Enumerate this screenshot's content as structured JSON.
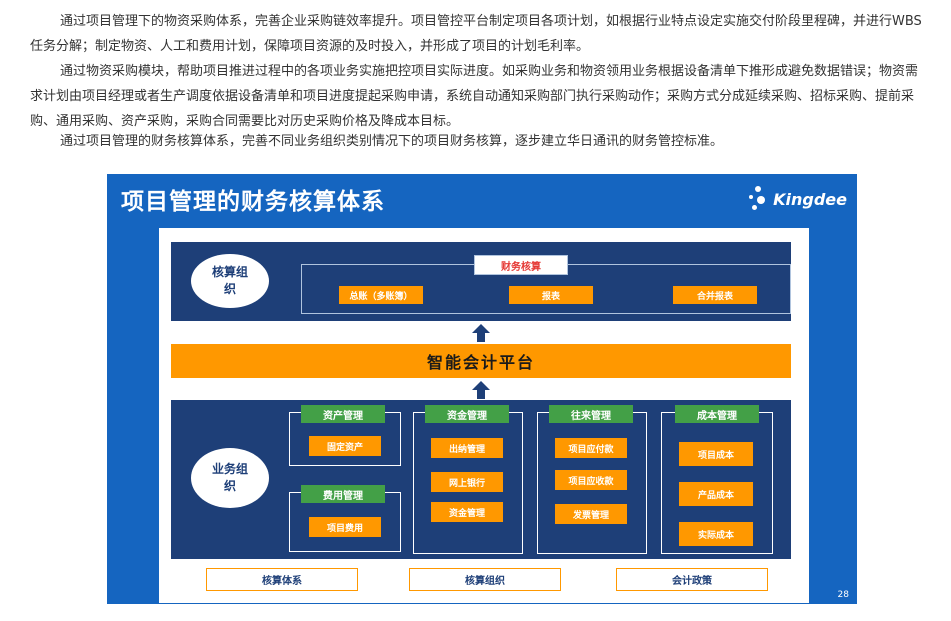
{
  "paragraphs": [
    "通过项目管理下的物资采购体系，完善企业采购链效率提升。项目管控平台制定项目各项计划，如根据行业特点设定实施交付阶段里程碑，并进行WBS任务分解；制定物资、人工和费用计划，保障项目资源的及时投入，并形成了项目的计划毛利率。",
    "通过物资采购模块，帮助项目推进过程中的各项业务实施把控项目实际进度。如采购业务和物资领用业务根据设备清单下推形成避免数据错误；物资需求计划由项目经理或者生产调度依据设备清单和项目进度提起采购申请，系统自动通知采购部门执行采购动作；采购方式分成延续采购、招标采购、提前采购、通用采购、资产采购，采购合同需要比对历史采购价格及降成本目标。",
    "通过项目管理的财务核算体系，完善不同业务组织类别情况下的项目财务核算，逐步建立华日通讯的财务管控标准。"
  ],
  "slide": {
    "title": "项目管理的财务核算体系",
    "logo_text": "Kingdee",
    "page_number": "28",
    "top_band": {
      "org_label": "核算组织",
      "finance_title": "财务核算",
      "items": [
        "总账（多账簿）",
        "报表",
        "合并报表"
      ]
    },
    "platform_label": "智能会计平台",
    "bottom_band": {
      "org_label": "业务组织",
      "columns": [
        {
          "title": "资产管理",
          "items": [
            "固定资产"
          ]
        },
        {
          "title": "费用管理",
          "items": [
            "项目费用"
          ]
        },
        {
          "title": "资金管理",
          "items": [
            "出纳管理",
            "网上银行",
            "资金管理"
          ]
        },
        {
          "title": "往来管理",
          "items": [
            "项目应付款",
            "项目应收款",
            "发票管理"
          ]
        },
        {
          "title": "成本管理",
          "items": [
            "项目成本",
            "产品成本",
            "实际成本"
          ]
        }
      ]
    },
    "footer": [
      "核算体系",
      "核算组织",
      "会计政策"
    ]
  },
  "colors": {
    "slide_bg": "#1565c0",
    "band": "#1e3f78",
    "orange": "#ff9800",
    "green": "#43a047",
    "red_title": "#e53935"
  }
}
